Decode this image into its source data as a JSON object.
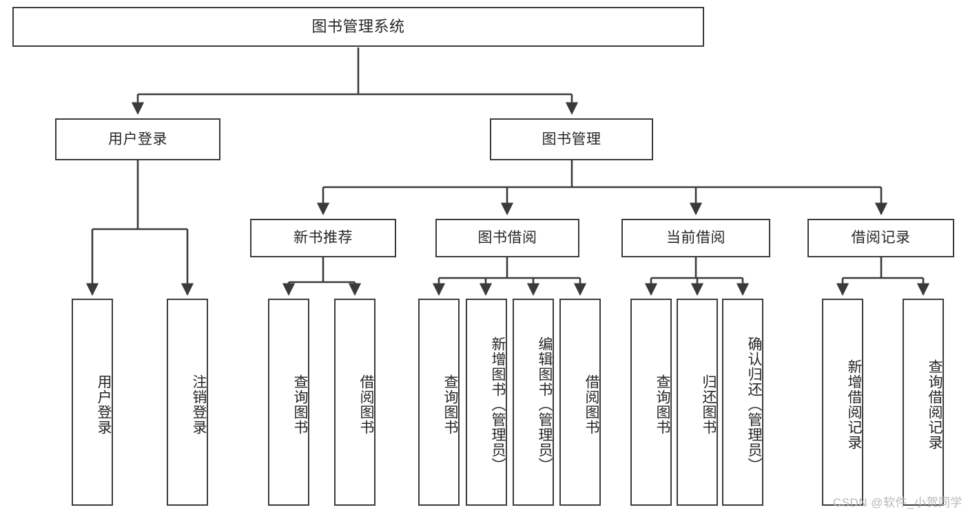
{
  "diagram": {
    "type": "tree-hierarchy",
    "title": "图书管理系统",
    "watermark": "CSDN @软件_小贺同学",
    "colors": {
      "stroke": "#3a3a3a",
      "fill": "#ffffff",
      "text": "#262626",
      "watermark": "#b8b8b8"
    },
    "levels": {
      "root": {
        "label": "图书管理系统"
      },
      "level1": [
        {
          "label": "用户登录"
        },
        {
          "label": "图书管理"
        }
      ],
      "level2": [
        {
          "label": "新书推荐"
        },
        {
          "label": "图书借阅"
        },
        {
          "label": "当前借阅"
        },
        {
          "label": "借阅记录"
        }
      ],
      "leaves": [
        {
          "label": "用户登录",
          "parent": "用户登录"
        },
        {
          "label": "注销登录",
          "parent": "用户登录"
        },
        {
          "label": "查询图书",
          "parent": "新书推荐"
        },
        {
          "label": "借阅图书",
          "parent": "新书推荐"
        },
        {
          "label": "查询图书",
          "parent": "图书借阅"
        },
        {
          "label": "新增图书（管理员）",
          "parent": "图书借阅"
        },
        {
          "label": "编辑图书（管理员）",
          "parent": "图书借阅"
        },
        {
          "label": "借阅图书",
          "parent": "图书借阅"
        },
        {
          "label": "查询图书",
          "parent": "当前借阅"
        },
        {
          "label": "归还图书",
          "parent": "当前借阅"
        },
        {
          "label": "确认归还（管理员）",
          "parent": "当前借阅"
        },
        {
          "label": "新增借阅记录",
          "parent": "借阅记录"
        },
        {
          "label": "查询借阅记录",
          "parent": "借阅记录"
        }
      ]
    }
  }
}
